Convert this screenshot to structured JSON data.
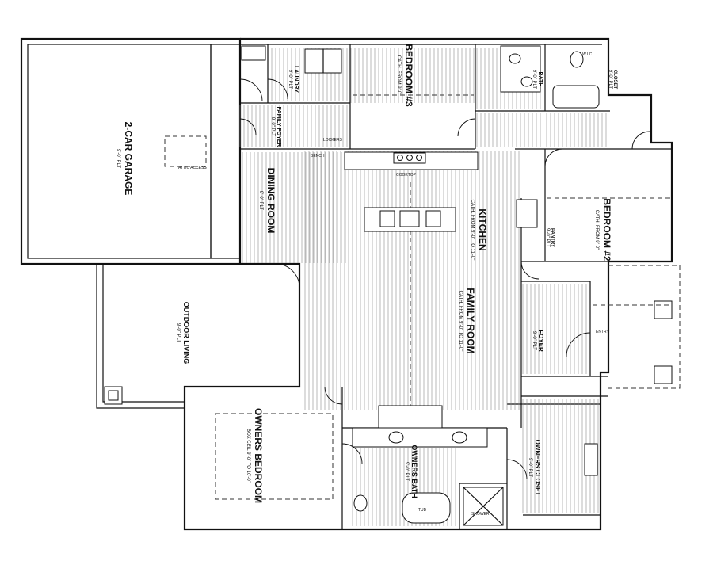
{
  "rooms": {
    "garage": {
      "name": "2-CAR GARAGE",
      "sub": "9'-0\" PLT"
    },
    "dining": {
      "name": "DINING ROOM",
      "sub": "9'-0\" PLT"
    },
    "kitchen": {
      "name": "KITCHEN",
      "sub": "CATH. FROM 9'-0\" TO 11'-0\""
    },
    "family": {
      "name": "FAMILY ROOM",
      "sub": "CATH. FROM 9'-0\" TO 11'-0\""
    },
    "bedroom3": {
      "name": "BEDROOM #3",
      "sub": "CATH. FROM 9'-0\""
    },
    "bedroom2": {
      "name": "BEDROOM #2",
      "sub": "CATH. FROM 9'-0\""
    },
    "owners_bedroom": {
      "name": "OWNERS BEDROOM",
      "sub": "BOX CEIL 9'-0\" TO 10'-0\""
    },
    "owners_bath": {
      "name": "OWNERS BATH",
      "sub": "9'-0\" PLT"
    },
    "owners_closet": {
      "name": "OWNERS CLOSET",
      "sub": "9'-0\" PLT"
    },
    "outdoor": {
      "name": "OUTDOOR LIVING",
      "sub": "9'-0\" PLT"
    },
    "laundry": {
      "name": "LAUNDRY",
      "sub": "9'-0\" PLT"
    },
    "family_foyer": {
      "name": "FAMILY FOYER",
      "sub": "9'-0\" PLT"
    },
    "foyer": {
      "name": "FOYER",
      "sub": "9'-0\" PLT"
    },
    "bath2": {
      "name": "BATH",
      "sub": "9'-0\" PLT"
    },
    "pantry": {
      "name": "PANTRY",
      "sub": "9'-0\" PLT"
    },
    "closet": {
      "name": "CLOSET",
      "sub": "9'-0\" PLT"
    }
  },
  "notes": {
    "attic_access": "ATTIC ACCESS",
    "cooktop": "COOKTOP",
    "entry": "ENTRY",
    "lockers": "LOCKERS",
    "bench": "BENCH",
    "tub": "TUB",
    "shower": "SHOWER",
    "wic": "W.I.C."
  }
}
